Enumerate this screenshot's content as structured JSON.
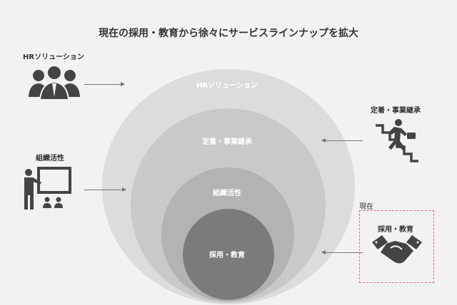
{
  "title": "現在の採用・教育から徐々にサービスラインナップを拡大",
  "circles": [
    {
      "label": "HRソリューション",
      "color": "#dcdcdc"
    },
    {
      "label": "定着・事業継承",
      "color": "#c9c9c9"
    },
    {
      "label": "組織活性",
      "color": "#b3b3b3"
    },
    {
      "label": "採用・教育",
      "color": "#7b7b7b"
    }
  ],
  "side_labels": {
    "hr": "HRソリューション",
    "retention": "定着・事業継承",
    "org": "組織活性",
    "current_tag": "現在",
    "recruit": "採用・教育"
  },
  "icons": [
    "business-people-icon",
    "presentation-icon",
    "climbing-stairs-icon",
    "handshake-icon"
  ],
  "accent": "#e57373"
}
